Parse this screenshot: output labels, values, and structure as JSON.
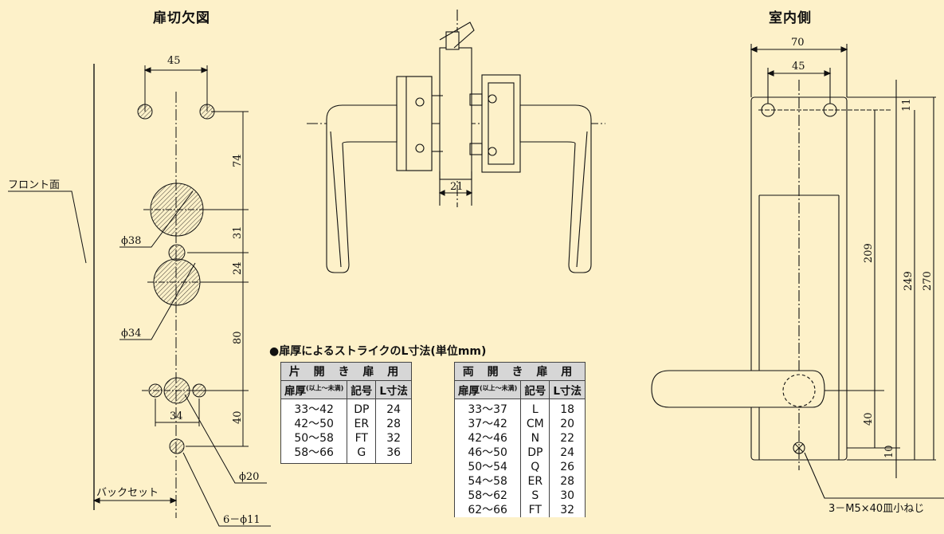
{
  "titles": {
    "cutout": "扉切欠図",
    "room_side": "室内側"
  },
  "cutout": {
    "front_label": "フロント面",
    "backset_label": "バックセット",
    "hole_note": "6－ϕ11",
    "dims": {
      "top_spacing": "45",
      "v1": "74",
      "v2": "31",
      "v3": "24",
      "v4": "80",
      "v5": "40",
      "bottom_spacing": "34",
      "d38": "ϕ38",
      "d34": "ϕ34",
      "d20": "ϕ20"
    }
  },
  "lever": {
    "dim_21": "21"
  },
  "room_side": {
    "dims": {
      "w70": "70",
      "w45": "45",
      "h11": "11",
      "h209": "209",
      "h249": "249",
      "h270": "270",
      "h40": "40",
      "h10": "10"
    },
    "screw_note": "3－M5×40皿小ねじ"
  },
  "strike_tables": {
    "caption": "●扉厚によるストライクのL寸法(単位mm)",
    "single": {
      "group_header": "片 開 き 扉 用",
      "headers": [
        "扉厚",
        "記号",
        "L寸法"
      ],
      "thickness_sub": "(以上～未満)",
      "rows": [
        [
          "33～42",
          "DP",
          "24"
        ],
        [
          "42～50",
          "ER",
          "28"
        ],
        [
          "50～58",
          "FT",
          "32"
        ],
        [
          "58～66",
          "G",
          "36"
        ]
      ]
    },
    "double": {
      "group_header": "両 開 き 扉 用",
      "headers": [
        "扉厚",
        "記号",
        "L寸法"
      ],
      "thickness_sub": "(以上～未満)",
      "rows": [
        [
          "33～37",
          "L",
          "18"
        ],
        [
          "37～42",
          "CM",
          "20"
        ],
        [
          "42～46",
          "N",
          "22"
        ],
        [
          "46～50",
          "DP",
          "24"
        ],
        [
          "50～54",
          "Q",
          "26"
        ],
        [
          "54～58",
          "ER",
          "28"
        ],
        [
          "58～62",
          "S",
          "30"
        ],
        [
          "62～66",
          "FT",
          "32"
        ]
      ]
    }
  }
}
